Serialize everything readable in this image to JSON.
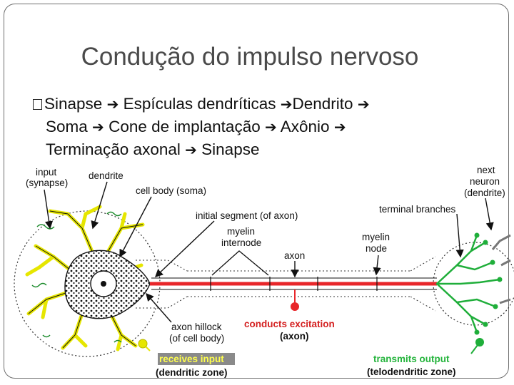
{
  "slide": {
    "title": "Condução do impulso nervoso",
    "bullet": {
      "marker_icon": "square-bullet-icon",
      "arrow_icon": "right-arrow-icon",
      "items": [
        "Sinapse",
        "Espículas dendríticas",
        "Dendrito",
        "Soma",
        "Cone de implantação",
        "Axônio",
        "Terminação axonal",
        "Sinapse"
      ]
    }
  },
  "diagram": {
    "labels": {
      "input_1": "input",
      "input_2": "(synapse)",
      "dendrite": "dendrite",
      "cell_body": "cell body (soma)",
      "initial_segment": "initial segment (of axon)",
      "myelin_internode_1": "myelin",
      "myelin_internode_2": "internode",
      "axon": "axon",
      "myelin_node_1": "myelin",
      "myelin_node_2": "node",
      "terminal_branches": "terminal branches",
      "next_neuron_1": "next",
      "next_neuron_2": "neuron",
      "next_neuron_3": "(dendrite)",
      "axon_hillock_1": "axon hillock",
      "axon_hillock_2": "(of cell body)",
      "conducts_excitation": "conducts excitation",
      "conducts_axon": "(axon)",
      "receives_input": "receives input",
      "dendritic_zone": "(dendritic zone)",
      "transmits_output": "transmits output",
      "telodendritic_zone": "(telodendritic zone)"
    },
    "colors": {
      "axon_red": "#e8262a",
      "dendrite_yellow": "#e6e600",
      "telodendria_green": "#1fae3a",
      "receives_bg": "#8a8a8a",
      "receives_text": "#ffff4d",
      "transmits_text": "#22b33a",
      "conducts_text": "#d42020"
    }
  }
}
